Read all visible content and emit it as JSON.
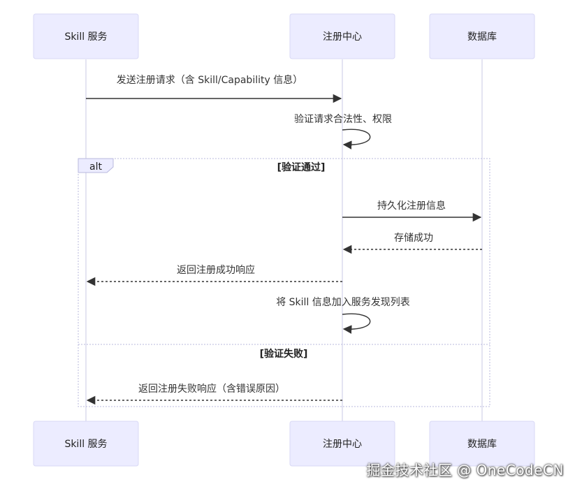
{
  "actors": [
    {
      "id": "skill",
      "label": "Skill 服务"
    },
    {
      "id": "registry",
      "label": "注册中心"
    },
    {
      "id": "db",
      "label": "数据库"
    }
  ],
  "messages": [
    {
      "label": "发送注册请求（含 Skill/Capability 信息）"
    },
    {
      "label": "验证请求合法性、权限"
    },
    {
      "label": "持久化注册信息"
    },
    {
      "label": "存储成功"
    },
    {
      "label": "返回注册成功响应"
    },
    {
      "label": "将 Skill 信息加入服务发现列表"
    },
    {
      "label": "返回注册失败响应（含错误原因）"
    }
  ],
  "alt_frame": {
    "tag": "alt",
    "guard_success": "[验证通过]",
    "guard_failure": "[验证失败]"
  },
  "watermark": "掘金技术社区 @ OneCodeCN",
  "colors": {
    "actor_fill": "#ececff",
    "actor_border": "#d8d8f5",
    "lifeline": "#c8c8e6",
    "arrow": "#333333"
  }
}
